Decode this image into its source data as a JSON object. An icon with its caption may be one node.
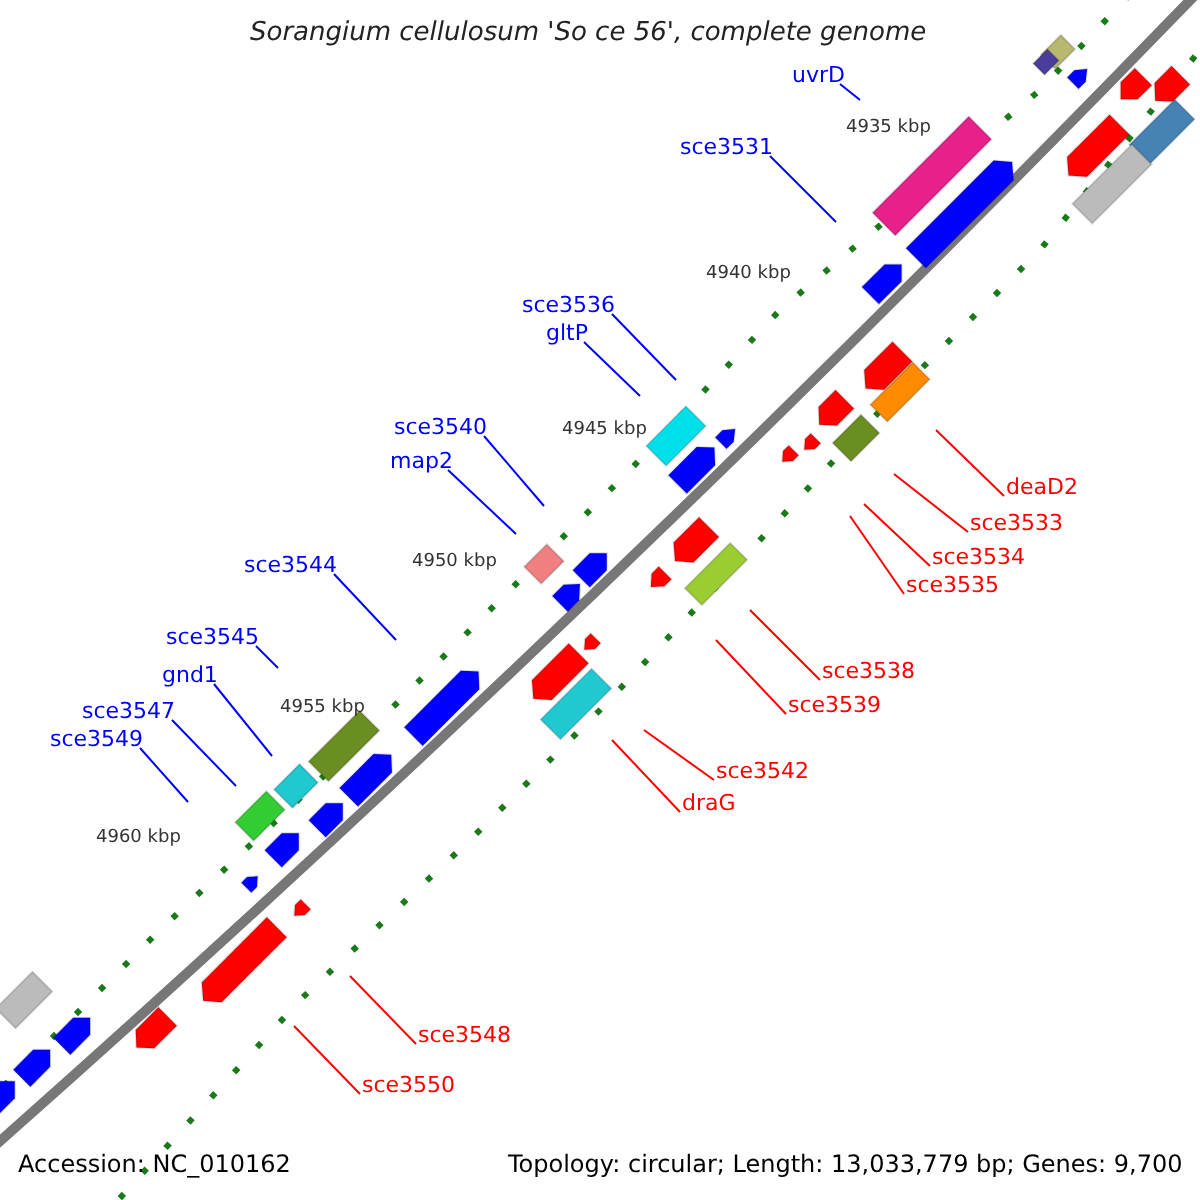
{
  "diagram": {
    "title": "Sorangium cellulosum 'So ce 56', complete genome",
    "nodes": [
      {
        "text": [
          "uvrD"
        ]
      },
      {
        "text": [
          "sce3531"
        ]
      },
      {
        "text": [
          "sce3536"
        ]
      },
      {
        "text": [
          "gltP"
        ]
      },
      {
        "text": [
          "sce3540"
        ]
      },
      {
        "text": [
          "map2"
        ]
      },
      {
        "text": [
          "sce3544"
        ]
      },
      {
        "text": [
          "sce3545"
        ]
      },
      {
        "text": [
          "gnd1"
        ]
      },
      {
        "text": [
          "sce3547"
        ]
      },
      {
        "text": [
          "sce3549"
        ]
      },
      {
        "text": [
          "deaD2"
        ]
      },
      {
        "text": [
          "sce3533"
        ]
      },
      {
        "text": [
          "sce3534"
        ]
      },
      {
        "text": [
          "sce3535"
        ]
      },
      {
        "text": [
          "sce3538"
        ]
      },
      {
        "text": [
          "sce3539"
        ]
      },
      {
        "text": [
          "sce3542"
        ]
      },
      {
        "text": [
          "draG"
        ]
      },
      {
        "text": [
          "sce3548"
        ]
      },
      {
        "text": [
          "sce3550"
        ]
      }
    ],
    "edges": [
      {
        "from": 0,
        "to": null,
        "arrow": "none"
      },
      {
        "from": 1,
        "to": null,
        "arrow": "none"
      },
      {
        "from": 2,
        "to": null,
        "arrow": "none"
      },
      {
        "from": 3,
        "to": null,
        "arrow": "none"
      },
      {
        "from": 4,
        "to": null,
        "arrow": "none"
      },
      {
        "from": 5,
        "to": null,
        "arrow": "none"
      },
      {
        "from": 6,
        "to": null,
        "arrow": "none"
      },
      {
        "from": 7,
        "to": null,
        "arrow": "none"
      },
      {
        "from": 8,
        "to": null,
        "arrow": "none"
      },
      {
        "from": 9,
        "to": null,
        "arrow": "none"
      },
      {
        "from": 10,
        "to": null,
        "arrow": "none"
      },
      {
        "from": 11,
        "to": null,
        "arrow": "none",
        "color": "#ff0000"
      },
      {
        "from": 12,
        "to": null,
        "arrow": "none",
        "color": "#ff0000"
      },
      {
        "from": 13,
        "to": null,
        "arrow": "none",
        "color": "#ff0000"
      },
      {
        "from": 14,
        "to": null,
        "arrow": "none",
        "color": "#ff0000"
      },
      {
        "from": 15,
        "to": null,
        "arrow": "none",
        "color": "#ff0000"
      },
      {
        "from": 16,
        "to": null,
        "arrow": "none",
        "color": "#ff0000"
      },
      {
        "from": 17,
        "to": null,
        "arrow": "none",
        "color": "#ff0000"
      },
      {
        "from": 18,
        "to": null,
        "arrow": "none",
        "color": "#ff0000"
      },
      {
        "from": 19,
        "to": null,
        "arrow": "none",
        "color": "#ff0000"
      },
      {
        "from": 20,
        "to": null,
        "arrow": "none",
        "color": "#ff0000"
      }
    ],
    "labels": [
      "4935 kbp",
      "4940 kbp",
      "4945 kbp",
      "4950 kbp",
      "4955 kbp",
      "4960 kbp",
      "Accession: NC_010162",
      "Topology: circular; Length: 13,033,779 bp; Genes: 9,700"
    ]
  }
}
